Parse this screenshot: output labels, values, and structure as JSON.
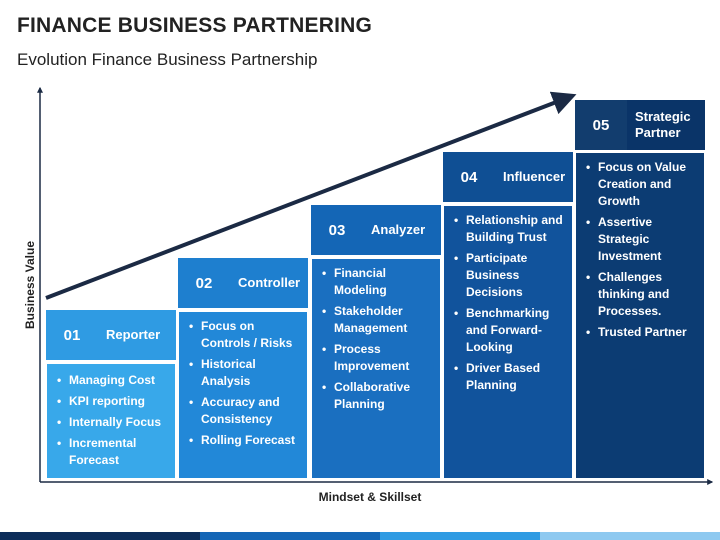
{
  "title": "FINANCE BUSINESS PARTNERING",
  "subtitle": "Evolution Finance Business Partnership",
  "axes": {
    "y_label": "Business Value",
    "x_label": "Mindset & Skillset"
  },
  "colors": {
    "stage1_header": "#2f9be3",
    "stage1_body": "#38a8ea",
    "stage1_num": "#1f7fc4",
    "stage2_header": "#1e7fcf",
    "stage2_body": "#2288d8",
    "stage2_num": "#1566b0",
    "stage3_header": "#1466b6",
    "stage3_body": "#1a6fc0",
    "stage3_num": "#0f5598",
    "stage4_header": "#0f4f94",
    "stage4_body": "#11539c",
    "stage4_num": "#0b3f78",
    "stage5_header": "#0a3468",
    "stage5_body": "#0c3c73",
    "stage5_num": "#123d6e",
    "arrow": "#1b2a44",
    "axis": "#1b2a44"
  },
  "stages": [
    {
      "number": "01",
      "title": "Reporter",
      "items": [
        "Managing Cost",
        "KPI reporting",
        "Internally Focus",
        "Incremental Forecast"
      ]
    },
    {
      "number": "02",
      "title": "Controller",
      "items": [
        "Focus on Controls / Risks",
        "Historical Analysis",
        "Accuracy and Consistency",
        "Rolling Forecast"
      ]
    },
    {
      "number": "03",
      "title": "Analyzer",
      "items": [
        "Financial Modeling",
        "Stakeholder Management",
        "Process Improvement",
        "Collaborative Planning"
      ]
    },
    {
      "number": "04",
      "title": "Influencer",
      "items": [
        "Relationship and Building Trust",
        "Participate Business Decisions",
        "Benchmarking and Forward-Looking",
        "Driver Based Planning"
      ]
    },
    {
      "number": "05",
      "title": "Strategic Partner",
      "items": [
        "Focus on Value Creation and Growth",
        "Assertive Strategic Investment",
        "Challenges thinking and Processes.",
        "Trusted Partner"
      ]
    }
  ]
}
